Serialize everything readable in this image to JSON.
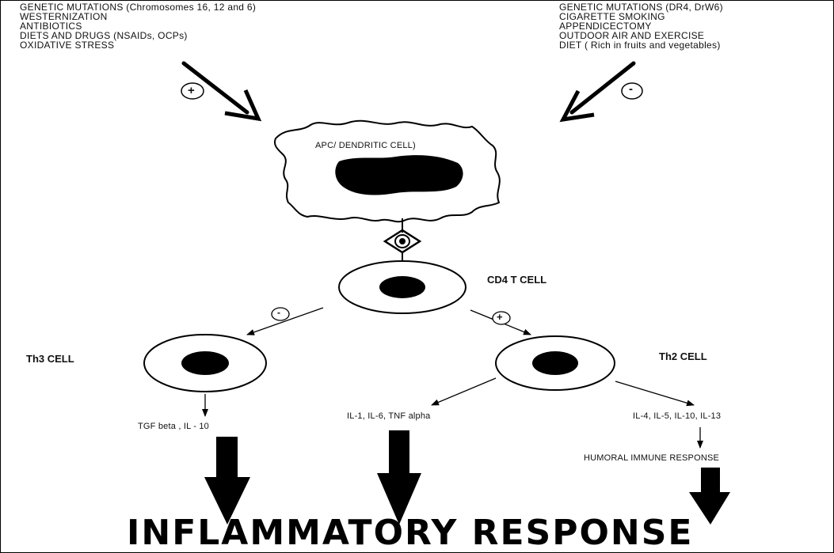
{
  "left_factors": {
    "sign": "+",
    "items": [
      "GENETIC MUTATIONS  (Chromosomes 16, 12 and 6)",
      "WESTERNIZATION",
      "ANTIBIOTICS",
      "DIETS AND DRUGS (NSAIDs, OCPs)",
      "OXIDATIVE STRESS"
    ]
  },
  "right_factors": {
    "sign": "-",
    "items": [
      "GENETIC MUTATIONS (DR4, DrW6)",
      "CIGARETTE SMOKING",
      "APPENDICECTOMY",
      "OUTDOOR AIR AND EXERCISE",
      "DIET ( Rich in fruits and vegetables)"
    ]
  },
  "apc_label": "APC/ DENDRITIC CELL)",
  "cd4_label": "CD4 T CELL",
  "th3": {
    "label": "Th3 CELL",
    "sign": "-",
    "cytokines": "TGF beta , IL - 10"
  },
  "th2": {
    "label": "Th2 CELL",
    "sign": "+",
    "cytokines": "IL-4, IL-5, IL-10, IL-13",
    "response": "HUMORAL IMMUNE RESPONSE"
  },
  "middle_cytokines": "IL-1, IL-6, TNF alpha",
  "bottom_title": "INFLAMMATORY RESPONSE"
}
